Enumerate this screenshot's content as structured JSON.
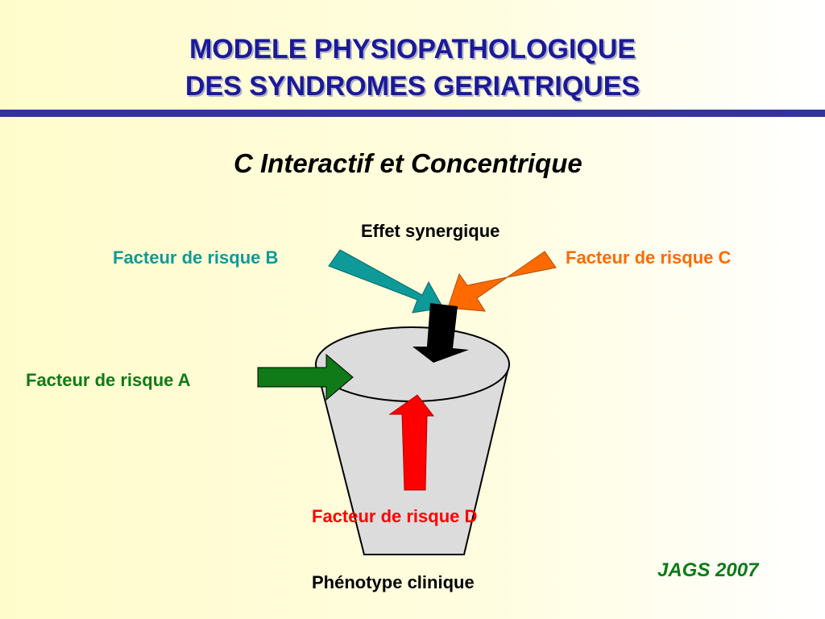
{
  "slide": {
    "title_line1": "MODELE PHYSIOPATHOLOGIQUE",
    "title_line2": "DES SYNDROMES GERIATRIQUES",
    "subtitle": "C Interactif et Concentrique"
  },
  "diagram": {
    "effect_label": "Effet synergique",
    "factor_a": "Facteur de risque A",
    "factor_b": "Facteur de risque B",
    "factor_c": "Facteur de risque C",
    "factor_d": "Facteur de risque D",
    "phenotype": "Phénotype clinique"
  },
  "source": "JAGS 2007",
  "colors": {
    "title": "#1a1a99",
    "factor_a": "#0f7a17",
    "factor_b": "#0f9a9a",
    "factor_c": "#ff6a00",
    "factor_d": "#ff0000",
    "synergy_arrow": "#000000",
    "container": "#dcdcdc"
  }
}
